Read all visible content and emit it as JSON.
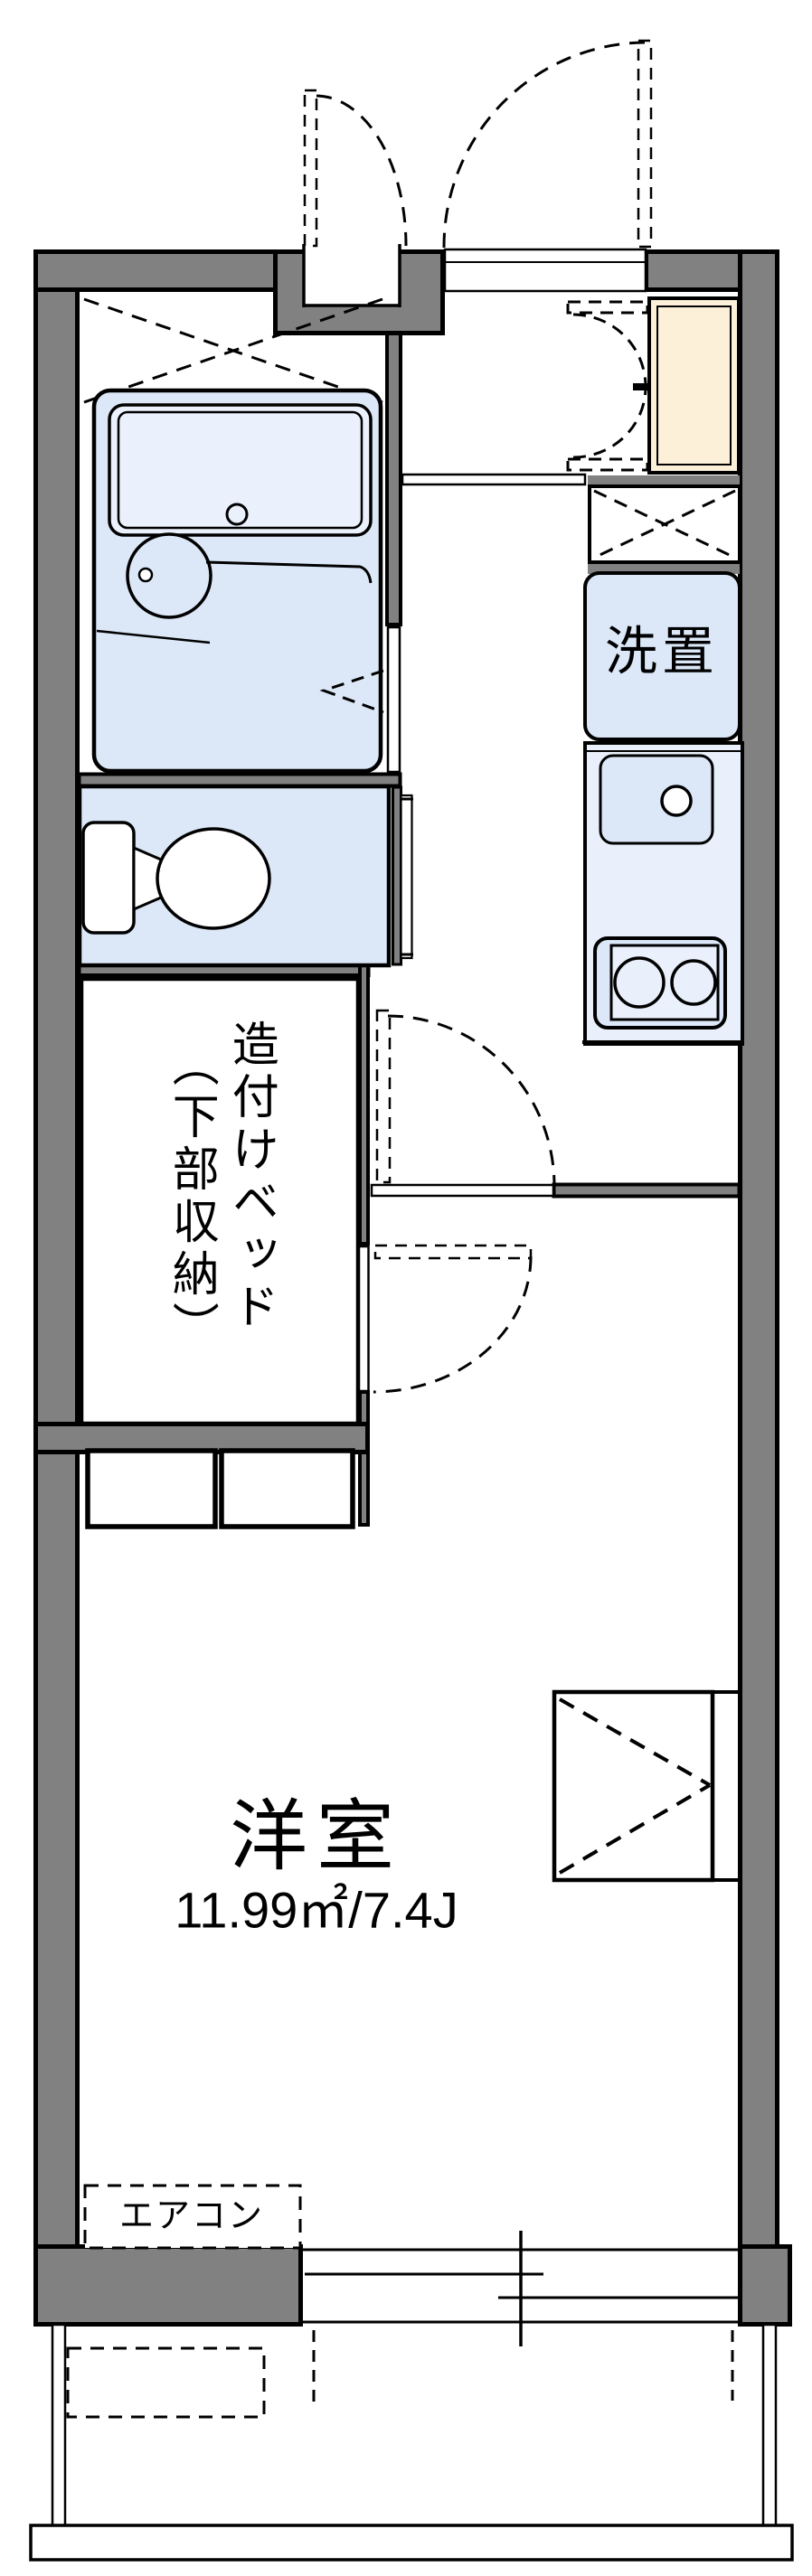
{
  "plan": {
    "kind": "apartment-floorplan",
    "labels": {
      "laundry": "洗置",
      "bed_name": "造付けベッド",
      "bed_sub": "（下部収納）",
      "room_name": "洋室",
      "room_area": "11.99㎡/7.4J",
      "aircon": "エアコン"
    },
    "rooms": [
      {
        "name": "洋室",
        "area_label": "11.99㎡/7.4J"
      }
    ]
  },
  "colors": {
    "wall-gray": "#818181",
    "fixture-blue": "#dce8f8",
    "fixture-blue-light": "#eaf1fc",
    "counter-blue": "#e9f0fb",
    "cabinet-beige": "#fcf1d8",
    "line-black": "#000000",
    "bg": "#ffffff"
  }
}
